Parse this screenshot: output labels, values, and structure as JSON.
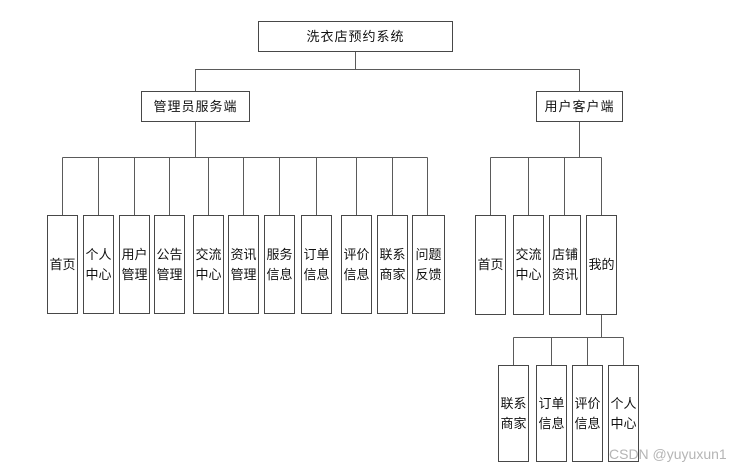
{
  "diagram": {
    "root": {
      "label": "洗衣店预约系统"
    },
    "branches": [
      {
        "label": "管理员服务端",
        "children": [
          "首页",
          "个人中心",
          "用户管理",
          "公告管理",
          "交流中心",
          "资讯管理",
          "服务信息",
          "订单信息",
          "评价信息",
          "联系商家",
          "问题反馈"
        ]
      },
      {
        "label": "用户客户端",
        "children": [
          "首页",
          "交流中心",
          "店铺资讯",
          "我的"
        ],
        "mine_children": [
          "联系商家",
          "订单信息",
          "评价信息",
          "个人中心"
        ]
      }
    ]
  },
  "watermark": "CSDN @yuyuxun1",
  "colors": {
    "line": "#5a5a5a",
    "border": "#474747",
    "text": "#111111",
    "watermark": "#b5b5b5",
    "background": "#ffffff"
  }
}
